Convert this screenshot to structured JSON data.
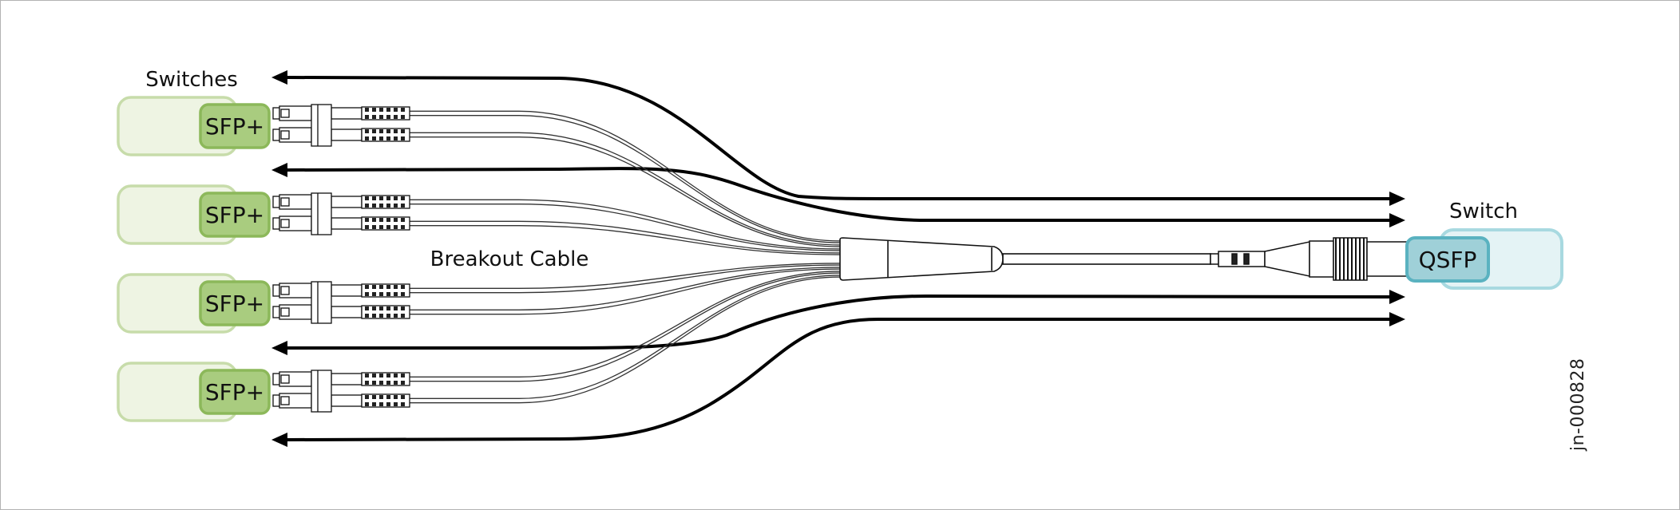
{
  "labels": {
    "switches": "Switches",
    "switch": "Switch",
    "breakout_cable": "Breakout Cable",
    "doc_id": "jn-000828"
  },
  "ports": {
    "sfp": [
      "SFP+",
      "SFP+",
      "SFP+",
      "SFP+"
    ],
    "qsfp": "QSFP"
  },
  "colors": {
    "sfp_fill": "#a9cc7f",
    "sfp_stroke": "#8cb85a",
    "sfp_housing": "#eef4e3",
    "sfp_housing_stroke": "#c7dcaa",
    "qsfp_fill": "#9fd0d8",
    "qsfp_stroke": "#5ab2c0",
    "qsfp_housing": "#e4f3f5",
    "qsfp_housing_stroke": "#a8d9e0",
    "line": "#000000"
  }
}
